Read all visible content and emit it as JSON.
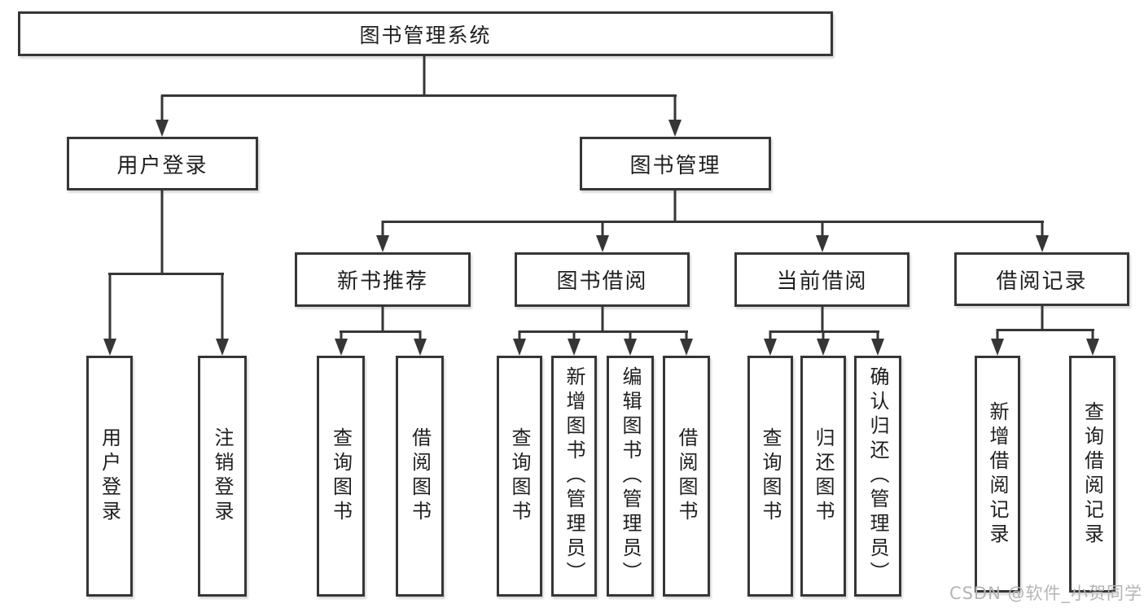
{
  "diagram": {
    "nodes": {
      "root": "图书管理系统",
      "user_login": "用户登录",
      "book_management": "图书管理",
      "new_book_recommend": "新书推荐",
      "book_borrowing": "图书借阅",
      "current_borrowing": "当前借阅",
      "borrowing_records": "借阅记录",
      "leaf_user_login": "用户登录",
      "leaf_logout": "注销登录",
      "leaf_nbr_query_books": "查询图书",
      "leaf_nbr_borrow_books": "借阅图书",
      "leaf_bb_query_books": "查询图书",
      "leaf_bb_add_books": "新增图书（管理员）",
      "leaf_bb_edit_books": "编辑图书（管理员）",
      "leaf_bb_borrow_books": "借阅图书",
      "leaf_cb_query_books": "查询图书",
      "leaf_cb_return_books": "归还图书",
      "leaf_cb_confirm_return": "确认归还（管理员）",
      "leaf_br_add_record": "新增借阅记录",
      "leaf_br_query_record": "查询借阅记录"
    },
    "colors": {
      "line": "#363636",
      "text": "#1f1f1f",
      "background": "#ffffff",
      "watermark": "#b4b4b9"
    }
  },
  "watermark": {
    "text": "CSDN @软件_小贺同学"
  }
}
